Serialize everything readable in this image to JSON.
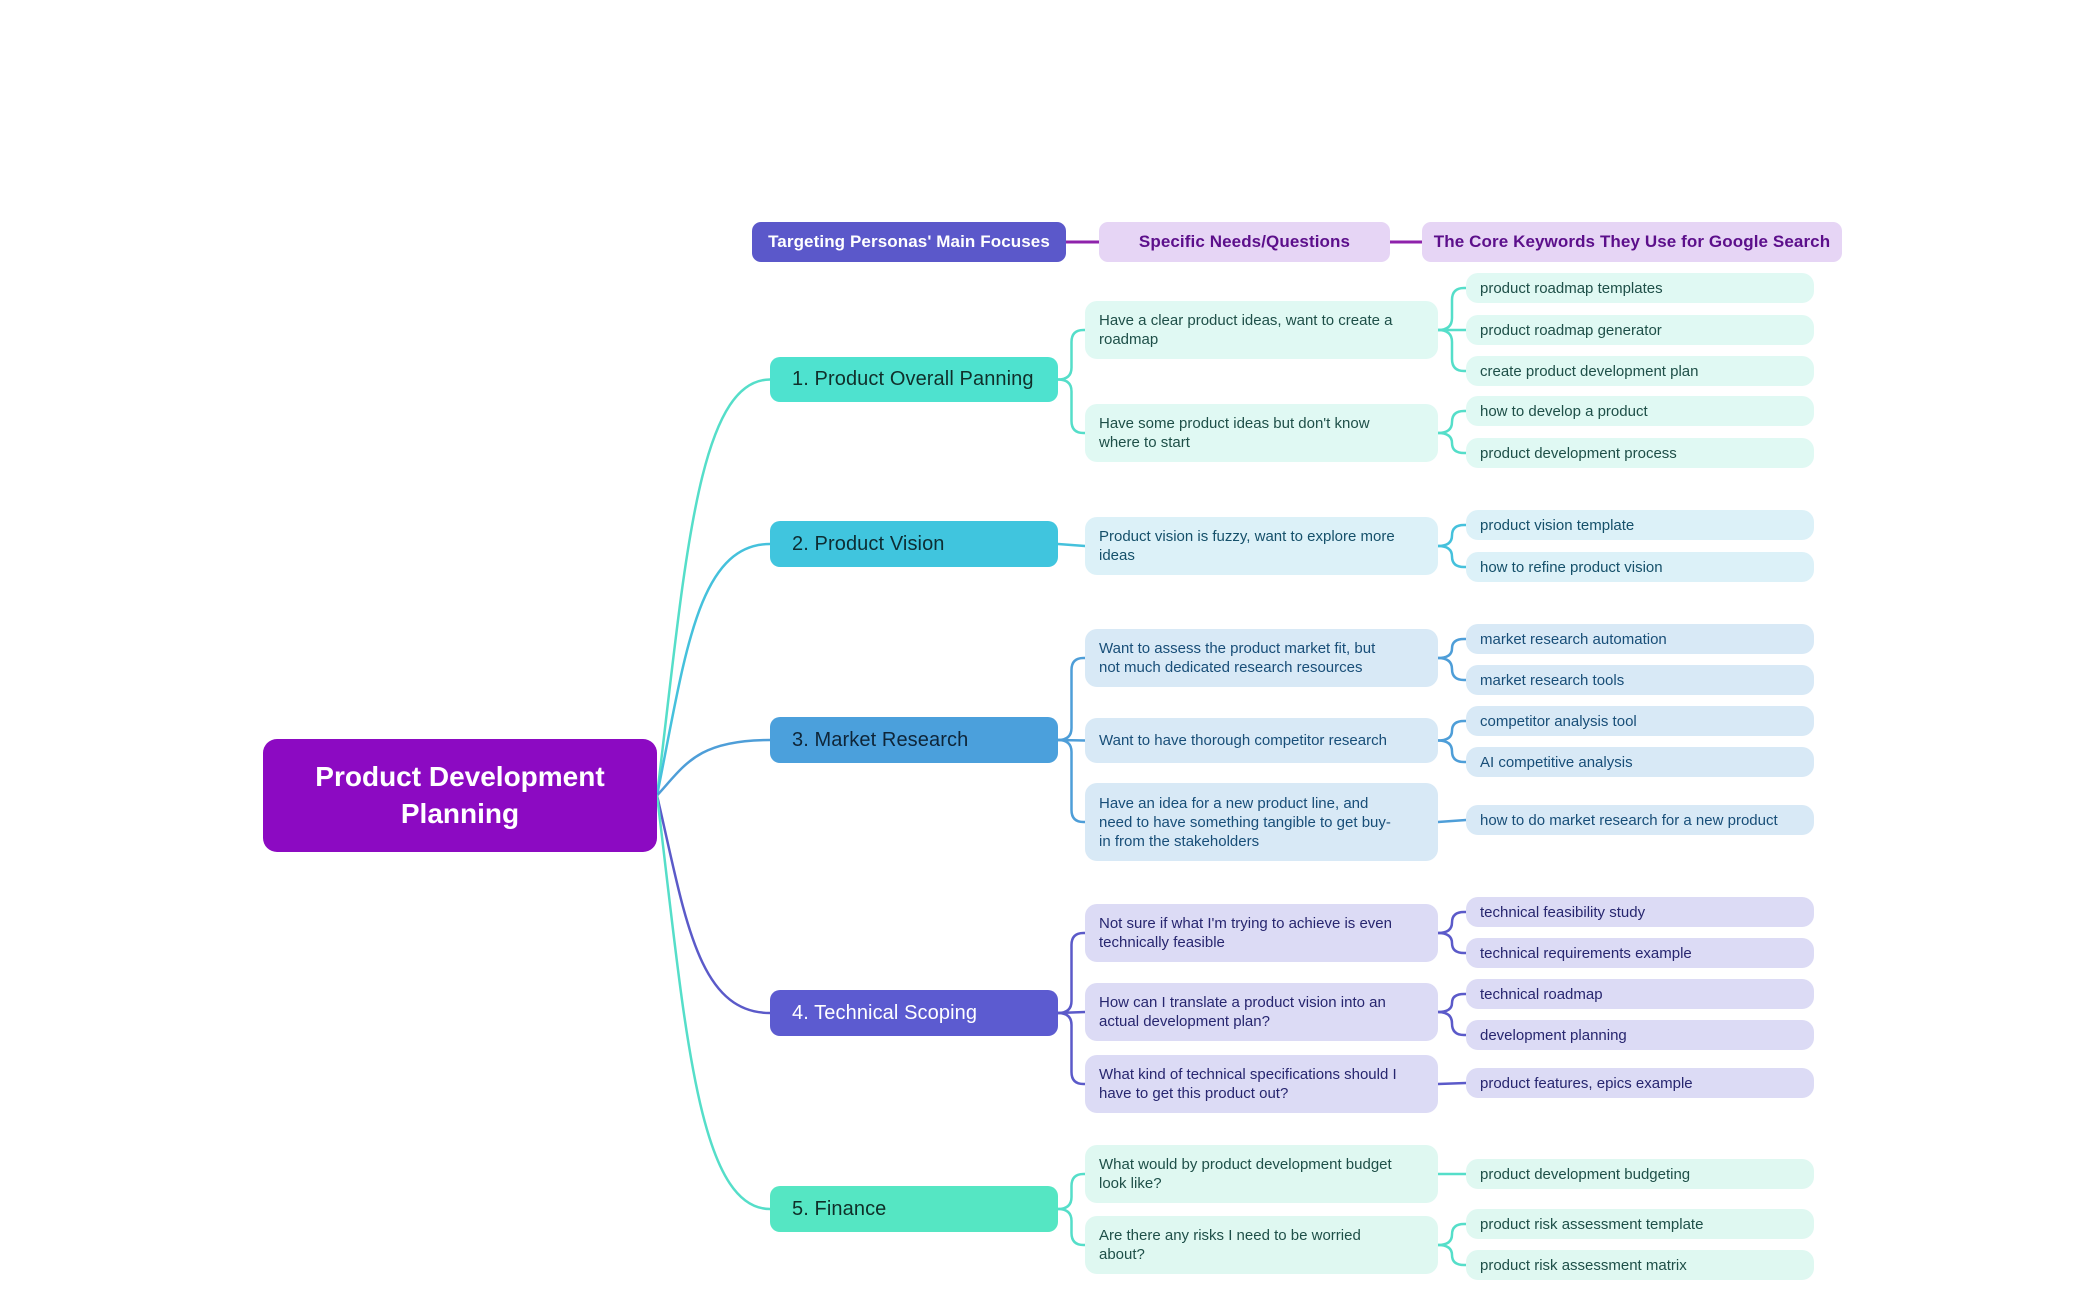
{
  "title": "Product Development Planning",
  "colors": {
    "background": "#ffffff",
    "header_line": "#8e22ab"
  },
  "headers": [
    {
      "label": "Targeting Personas' Main Focuses",
      "bg": "#5b58ca",
      "fg": "#ffffff"
    },
    {
      "label": "Specific Needs/Questions",
      "bg": "#e6d5f5",
      "fg": "#5c0f8b"
    },
    {
      "label": "The Core Keywords They Use for Google Search",
      "bg": "#e6d5f5",
      "fg": "#5c0f8b"
    }
  ],
  "root": {
    "label": "Product Development Planning",
    "bg": "#8c0ac2",
    "fg": "#ffffff"
  },
  "branches": [
    {
      "label": "1. Product Overall Panning",
      "node_bg": "#4ee2cf",
      "node_fg": "#10302b",
      "item_bg": "#e0f9f3",
      "item_fg": "#1e4f48",
      "line": "#55dec9",
      "needs": [
        {
          "text": "Have a clear product ideas, want to create a\nroadmap",
          "keywords": [
            "product roadmap templates",
            "product roadmap generator",
            "create product development plan"
          ]
        },
        {
          "text": "Have some product ideas but don't know\nwhere to start",
          "keywords": [
            "how to develop a product",
            "product development process"
          ]
        }
      ]
    },
    {
      "label": "2. Product Vision",
      "node_bg": "#40c5de",
      "node_fg": "#0d2d33",
      "item_bg": "#dcf1f8",
      "item_fg": "#15506a",
      "line": "#45c1dc",
      "needs": [
        {
          "text": "Product vision is fuzzy, want to explore more\nideas",
          "keywords": [
            "product vision template",
            "how to refine product vision"
          ]
        }
      ]
    },
    {
      "label": "3. Market Research",
      "node_bg": "#4ba0dc",
      "node_fg": "#0e2538",
      "item_bg": "#d8e9f6",
      "item_fg": "#184e78",
      "line": "#4e9ed8",
      "needs": [
        {
          "text": "Want to assess the product market fit, but\nnot much dedicated research resources",
          "keywords": [
            "market research automation",
            "market research tools"
          ]
        },
        {
          "text": "Want to have thorough competitor research",
          "keywords": [
            "competitor analysis tool",
            "AI competitive analysis"
          ]
        },
        {
          "text": "Have an idea for a new product line, and\nneed to have something tangible to get buy-\nin from the stakeholders",
          "keywords": [
            "how to do market research for a new product"
          ]
        }
      ]
    },
    {
      "label": "4. Technical Scoping",
      "node_bg": "#5c5bd0",
      "node_fg": "#ffffff",
      "item_bg": "#dcdbf5",
      "item_fg": "#27266f",
      "line": "#5b5ac9",
      "needs": [
        {
          "text": "Not sure if what I'm trying to achieve is even\ntechnically feasible",
          "keywords": [
            "technical feasibility study",
            "technical requirements example"
          ]
        },
        {
          "text": "How can I translate a product vision into an\nactual development plan?",
          "keywords": [
            "technical roadmap",
            "development planning"
          ]
        },
        {
          "text": "What kind of technical specifications should I\nhave to get this product out?",
          "keywords": [
            "product features, epics example"
          ]
        }
      ]
    },
    {
      "label": "5. Finance",
      "node_bg": "#55e6c3",
      "node_fg": "#0f2f28",
      "item_bg": "#dff8f1",
      "item_fg": "#1e4f48",
      "line": "#55dec9",
      "needs": [
        {
          "text": "What would by product development budget\nlook like?",
          "keywords": [
            "product development budgeting"
          ]
        },
        {
          "text": "Are there any risks I need to be worried\nabout?",
          "keywords": [
            "product risk assessment template",
            "product risk assessment matrix"
          ]
        }
      ]
    }
  ]
}
